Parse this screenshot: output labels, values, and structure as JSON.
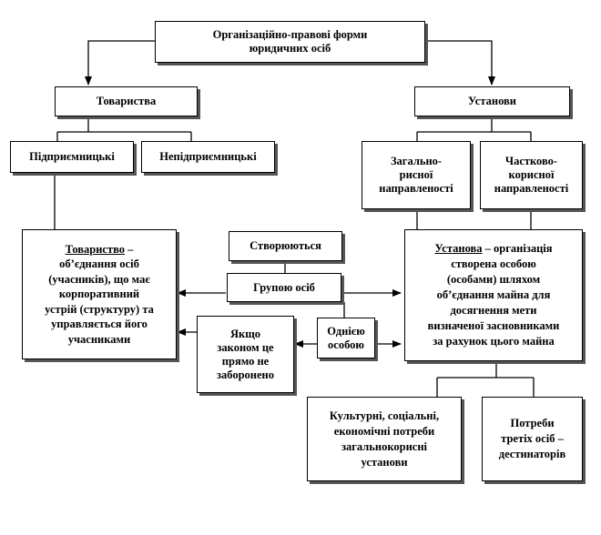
{
  "root": {
    "lines": [
      "Організаційно-правові форми",
      "юридичних осіб"
    ]
  },
  "left_branch": {
    "title": "Товариства",
    "sub": [
      "Підприємницькі",
      "Непідприємницькі"
    ],
    "definition": {
      "term": "Товариство",
      "lines_after_term": [
        " –",
        "об’єднання осіб",
        "(учасників), що має",
        "корпоративний",
        "устрій  (структуру)  та",
        "управляється його",
        "учасниками"
      ]
    }
  },
  "right_branch": {
    "title": "Установи",
    "sub": [
      {
        "lines": [
          "Загально-",
          "рисної",
          "направленості"
        ]
      },
      {
        "lines": [
          "Частково-",
          "корисної",
          "направленості"
        ]
      }
    ],
    "definition": {
      "term": "Установа",
      "lines_after_term": [
        " – організація",
        "створена особою",
        "(особами) шляхом",
        "об’єднання майна для",
        "досягнення мети",
        "визначеної засновниками",
        "за рахунок цього майна"
      ]
    },
    "purposes": [
      {
        "lines": [
          "Культурні,  соціальні,",
          "економічні  потреби",
          "загальнокорисні",
          "установи"
        ]
      },
      {
        "lines": [
          "Потреби",
          "третіх осіб –",
          "дестинаторів"
        ]
      }
    ]
  },
  "center": {
    "created": "Створюються",
    "group": "Групою осіб",
    "single": [
      "Однією",
      "особою"
    ],
    "condition": [
      "Якщо",
      "законом це",
      "прямо не",
      "заборонено"
    ]
  }
}
